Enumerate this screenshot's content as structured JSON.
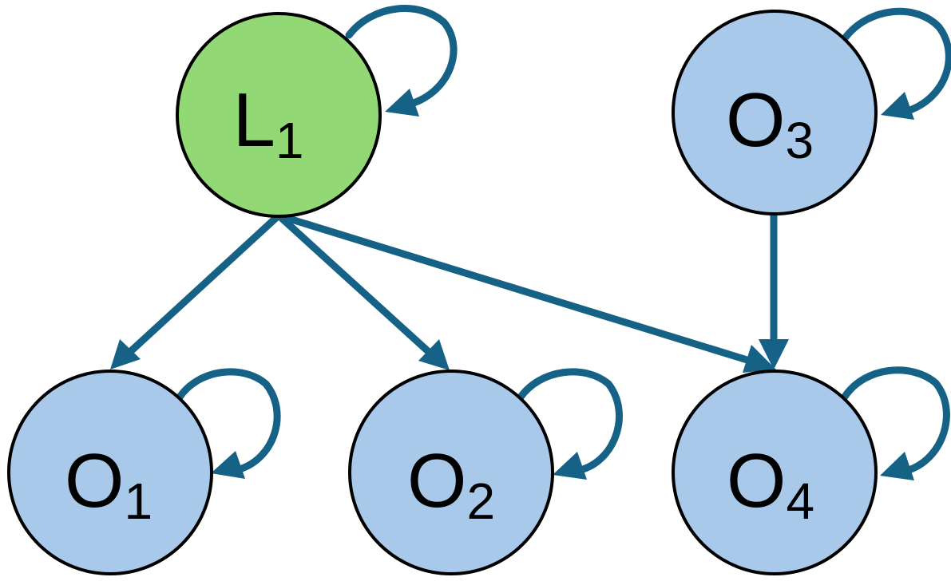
{
  "colors": {
    "latent_fill": "#92d975",
    "observed_fill": "#a8c9ea",
    "node_stroke": "#000000",
    "edge": "#166287",
    "background": "#ffffff"
  },
  "nodes": {
    "L1": {
      "main": "L",
      "sub": "1",
      "kind": "latent"
    },
    "O1": {
      "main": "O",
      "sub": "1",
      "kind": "observed"
    },
    "O2": {
      "main": "O",
      "sub": "2",
      "kind": "observed"
    },
    "O3": {
      "main": "O",
      "sub": "3",
      "kind": "observed"
    },
    "O4": {
      "main": "O",
      "sub": "4",
      "kind": "observed"
    }
  },
  "edges": [
    {
      "from": "L1",
      "to": "O1"
    },
    {
      "from": "L1",
      "to": "O2"
    },
    {
      "from": "L1",
      "to": "O4"
    },
    {
      "from": "O3",
      "to": "O4"
    }
  ],
  "self_loops": [
    "L1",
    "O1",
    "O2",
    "O3",
    "O4"
  ]
}
